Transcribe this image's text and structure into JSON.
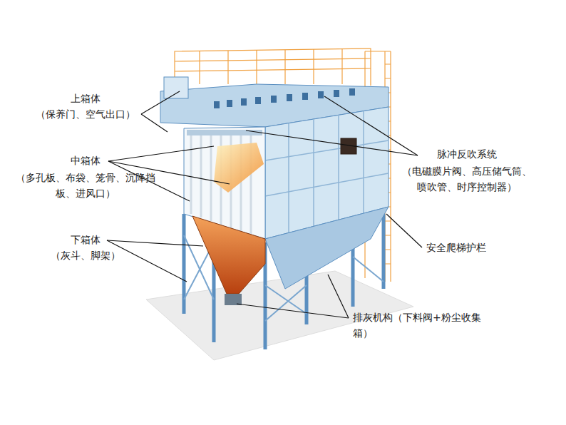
{
  "diagram": {
    "labels": [
      "上箱体",
      "（保养门、空气出口）",
      "中箱体",
      "（多孔板、布袋、笼骨、沉降挡板、进风口）",
      "下箱体",
      "（灰斗、脚架）",
      "脉冲反吹系统",
      "（电磁膜片阀、高压储气筒、喷吹管、时序控制器）",
      "安全爬梯护栏",
      "排灰机构（下料阀+粉尘收集箱）"
    ]
  }
}
